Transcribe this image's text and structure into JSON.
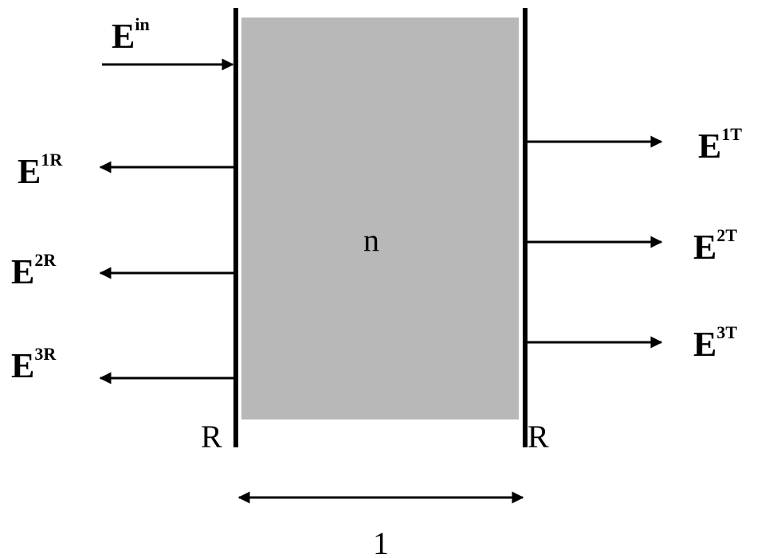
{
  "medium": {
    "index_label": "n",
    "fill_color": "#b8b8b8"
  },
  "mirrors": {
    "left_label": "R",
    "right_label": "R"
  },
  "length": {
    "label": "1"
  },
  "incident": {
    "base": "E",
    "sup": "in"
  },
  "reflected": [
    {
      "base": "E",
      "sup": "1R"
    },
    {
      "base": "E",
      "sup": "2R"
    },
    {
      "base": "E",
      "sup": "3R"
    }
  ],
  "transmitted": [
    {
      "base": "E",
      "sup": "1T"
    },
    {
      "base": "E",
      "sup": "2T"
    },
    {
      "base": "E",
      "sup": "3T"
    }
  ]
}
